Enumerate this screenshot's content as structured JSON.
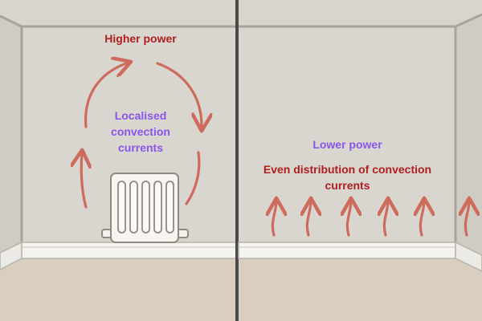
{
  "left_panel": {
    "top_label": "Higher power",
    "center_label_lines": [
      "Localised",
      "convection",
      "currents"
    ]
  },
  "right_panel": {
    "top_label": "Lower power",
    "center_label_lines": [
      "Even distribution of convection",
      "currents"
    ]
  },
  "colors": {
    "arrow": "#cd6b5c",
    "red_text": "#b01e1e",
    "purple_text": "#8a55e8",
    "wall": "#d9d6cf",
    "floor": "#d9cfc0",
    "divider": "#4a4a4a"
  }
}
